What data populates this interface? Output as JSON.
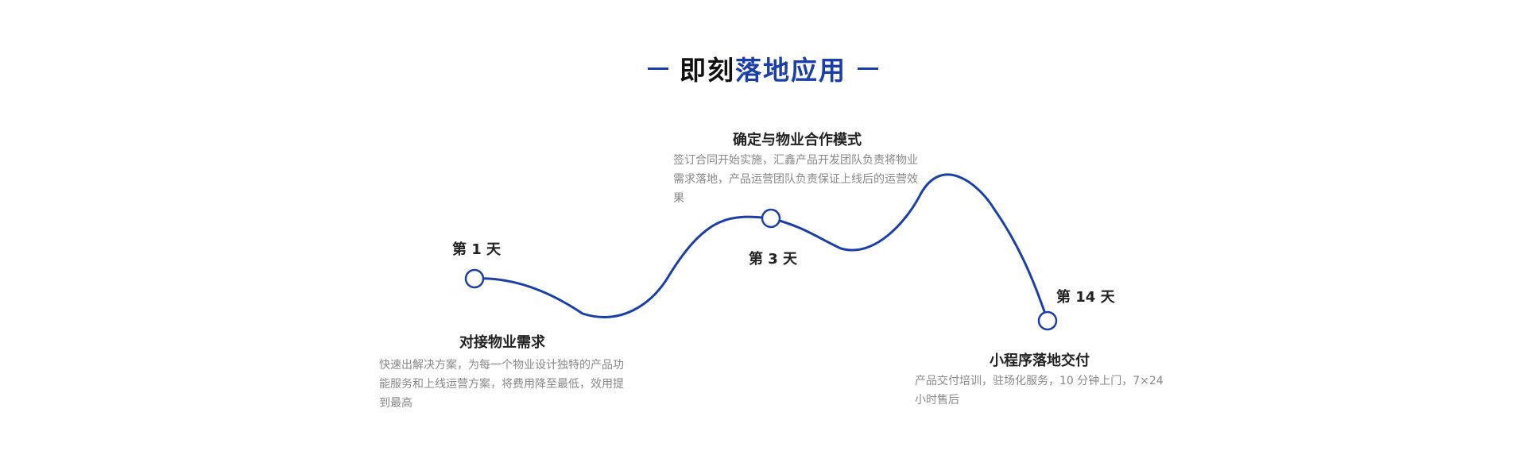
{
  "header": {
    "title_part1": "即刻",
    "title_part2": "落地应用"
  },
  "colors": {
    "accent": "#1a3fa8",
    "text": "#222222",
    "muted": "#888888"
  },
  "stages": [
    {
      "day": "第 1 天",
      "title": "对接物业需求",
      "desc": "快速出解决方案，为每一个物业设计独特的产品功能服务和上线运营方案，将费用降至最低，效用提到最高"
    },
    {
      "day": "第 3 天",
      "title": "确定与物业合作模式",
      "desc": "签订合同开始实施，汇鑫产品开发团队负责将物业需求落地，产品运营团队负责保证上线后的运营效果"
    },
    {
      "day": "第 14 天",
      "title": "小程序落地交付",
      "desc": "产品交付培训，驻场化服务，10 分钟上门，7×24 小时售后"
    }
  ]
}
